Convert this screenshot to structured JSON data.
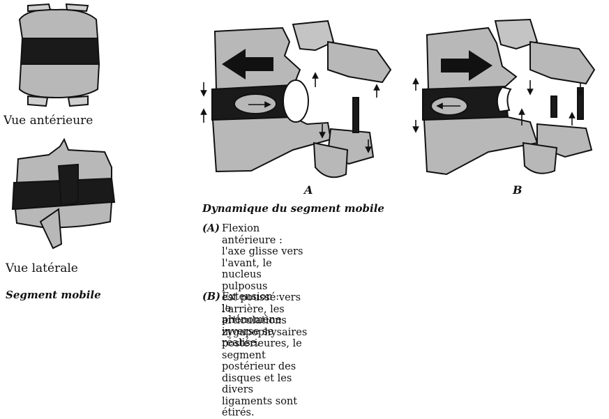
{
  "left_panel": {
    "anterior_caption": "Vue antérieure",
    "lateral_caption": "Vue latérale",
    "section_title": "Segment mobile"
  },
  "right_panel": {
    "label_a": "A",
    "label_b": "B",
    "section_title": "Dynamique du segment mobile",
    "items": [
      {
        "key": "(A)",
        "text": "Flexion antérieure : l'axe glisse vers l'avant, le nucleus pulposus\nest poussé vers l'arrière, les articulations zygapophysaires\npostérieures, le segment postérieur des disques et les divers\nligaments sont étirés."
      },
      {
        "key": "(B)",
        "text": "Extension : le phénomène inverse se réalise."
      }
    ]
  },
  "colors": {
    "bone": "#b8b8b8",
    "disc": "#1a1a1a",
    "ink": "#111111",
    "paper": "#ffffff"
  }
}
